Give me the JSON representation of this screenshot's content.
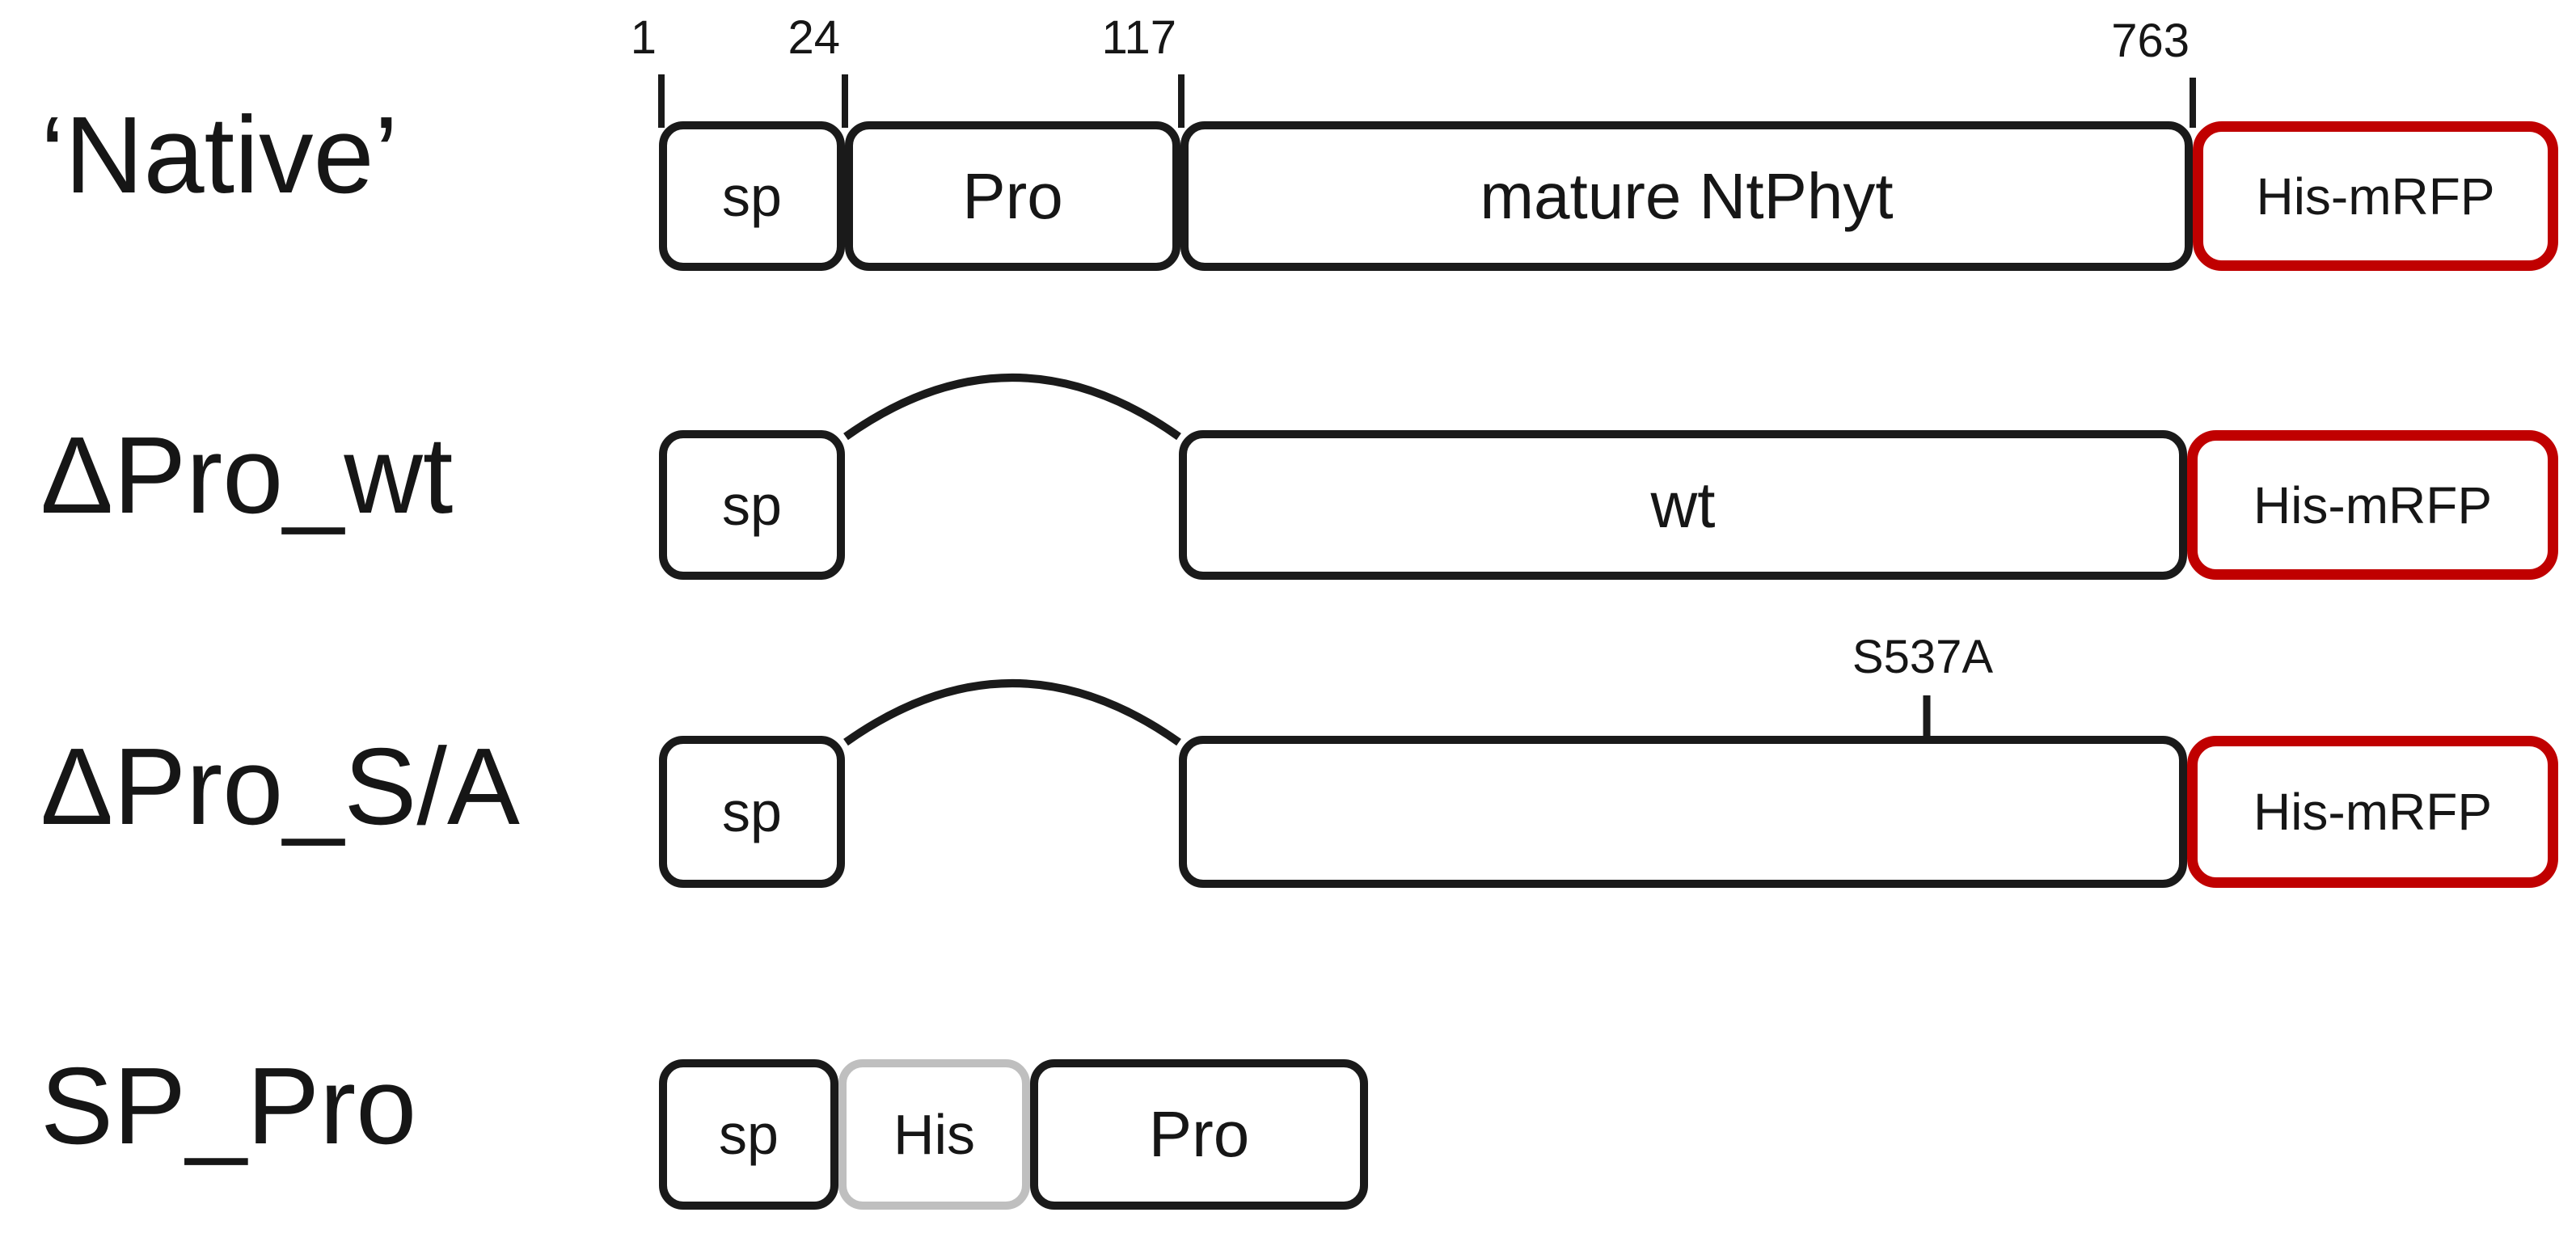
{
  "colors": {
    "outline": "#1a1a1a",
    "rfp_border": "#c00000",
    "his_tag_border": "#bfbfbf",
    "background": "#ffffff"
  },
  "scale": {
    "ticks": [
      {
        "label": "1"
      },
      {
        "label": "24"
      },
      {
        "label": "117"
      },
      {
        "label": "763"
      }
    ]
  },
  "rows": [
    {
      "label": "‘Native’",
      "segments": [
        {
          "label": "sp"
        },
        {
          "label": "Pro"
        },
        {
          "label": "mature NtPhyt"
        },
        {
          "label": "His-mRFP"
        }
      ]
    },
    {
      "label": "ΔPro_wt",
      "segments": [
        {
          "label": "sp"
        },
        {
          "label": "wt"
        },
        {
          "label": "His-mRFP"
        }
      ]
    },
    {
      "label": "ΔPro_S/A",
      "annotation": "S537A",
      "segments": [
        {
          "label": "sp"
        },
        {
          "label": ""
        },
        {
          "label": "His-mRFP"
        }
      ]
    },
    {
      "label": "SP_Pro",
      "segments": [
        {
          "label": "sp"
        },
        {
          "label": "His"
        },
        {
          "label": "Pro"
        }
      ]
    }
  ]
}
